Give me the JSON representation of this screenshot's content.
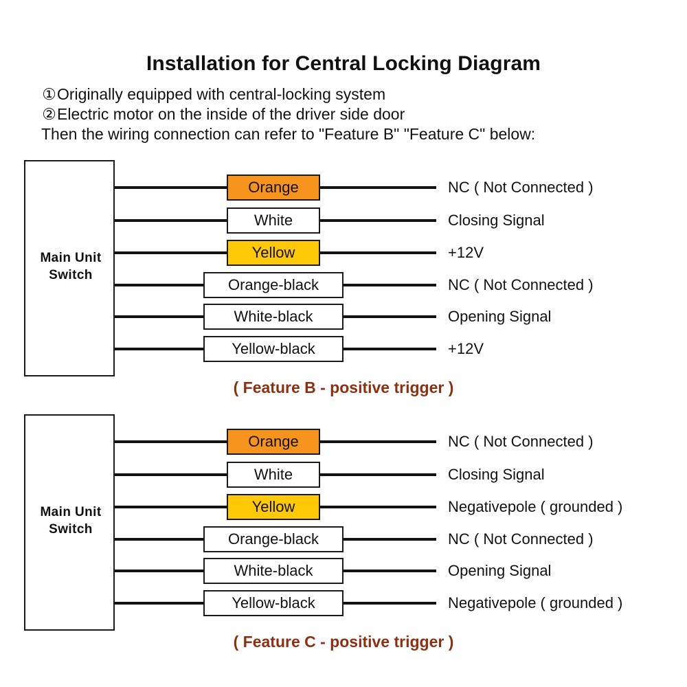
{
  "title": "Installation for Central Locking Diagram",
  "notes": [
    {
      "marker": "①",
      "text": "Originally equipped with central-locking system"
    },
    {
      "marker": "②",
      "text": "Electric motor on the inside of the driver side door"
    },
    {
      "marker": "",
      "text": "Then the wiring connection can refer to \"Feature B\" \"Feature C\" below:"
    }
  ],
  "colors": {
    "orange": "#F7941D",
    "yellow": "#FFC907",
    "white": "#FFFFFF",
    "wire": "#121212",
    "caption": "#8C3012"
  },
  "diagrams": [
    {
      "id": "B",
      "unit": {
        "line1": "Main Unit",
        "line2": "Switch"
      },
      "caption": "( Feature B - positive trigger )",
      "rows": [
        {
          "wire_label": "Orange",
          "swatch": "orange",
          "width": "narrow",
          "function": "NC ( Not Connected )"
        },
        {
          "wire_label": "White",
          "swatch": "white",
          "width": "narrow",
          "function": "Closing Signal"
        },
        {
          "wire_label": "Yellow",
          "swatch": "yellow",
          "width": "narrow",
          "function": "+12V"
        },
        {
          "wire_label": "Orange-black",
          "swatch": "white",
          "width": "wide",
          "function": "NC ( Not Connected )"
        },
        {
          "wire_label": "White-black",
          "swatch": "white",
          "width": "wide",
          "function": "Opening Signal"
        },
        {
          "wire_label": "Yellow-black",
          "swatch": "white",
          "width": "wide",
          "function": "+12V"
        }
      ]
    },
    {
      "id": "C",
      "unit": {
        "line1": "Main Unit",
        "line2": "Switch"
      },
      "caption": "( Feature C - positive trigger )",
      "rows": [
        {
          "wire_label": "Orange",
          "swatch": "orange",
          "width": "narrow",
          "function": "NC ( Not Connected )"
        },
        {
          "wire_label": "White",
          "swatch": "white",
          "width": "narrow",
          "function": "Closing Signal"
        },
        {
          "wire_label": "Yellow",
          "swatch": "yellow",
          "width": "narrow",
          "function": "Negativepole ( grounded )"
        },
        {
          "wire_label": "Orange-black",
          "swatch": "white",
          "width": "wide",
          "function": "NC ( Not Connected )"
        },
        {
          "wire_label": "White-black",
          "swatch": "white",
          "width": "wide",
          "function": "Opening Signal"
        },
        {
          "wire_label": "Yellow-black",
          "swatch": "white",
          "width": "wide",
          "function": "Negativepole ( grounded )"
        }
      ]
    }
  ]
}
